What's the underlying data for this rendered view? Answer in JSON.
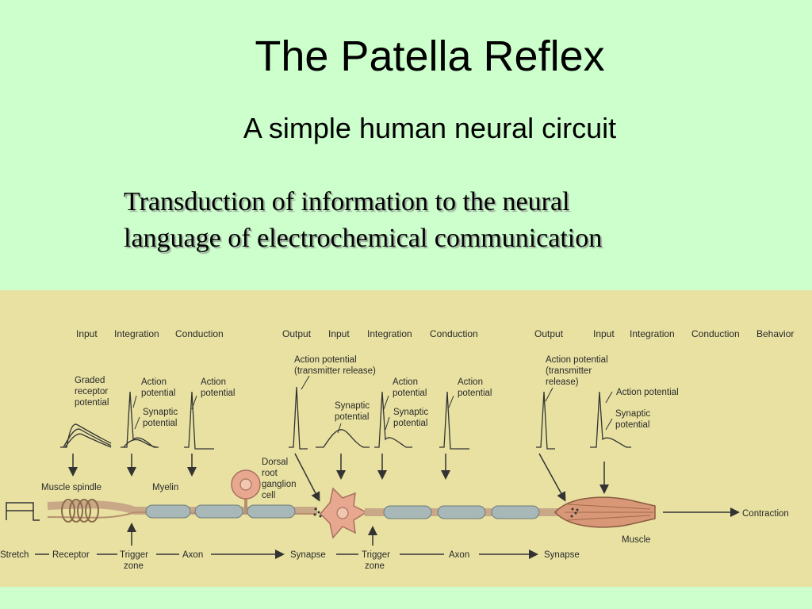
{
  "title": "The Patella Reflex",
  "subtitle": "A simple human neural circuit",
  "description": {
    "line1": "Transduction of information to the neural",
    "line2": "language of electrochemical communication"
  },
  "figure": {
    "stage_headers": [
      "Input",
      "Integration",
      "Conduction",
      "Output",
      "Input",
      "Integration",
      "Conduction",
      "Output",
      "Input",
      "Integration",
      "Conduction",
      "Behavior"
    ],
    "potentials": {
      "graded_receptor": [
        "Graded",
        "receptor",
        "potential"
      ],
      "action_1": [
        "Action",
        "potential"
      ],
      "synaptic_1": [
        "Synaptic",
        "potential"
      ],
      "action_2": [
        "Action",
        "potential"
      ],
      "transmitter_1": [
        "Action potential",
        "(transmitter release)"
      ],
      "synaptic_2": [
        "Synaptic",
        "potential"
      ],
      "action_3": [
        "Action",
        "potential"
      ],
      "synaptic_3": [
        "Synaptic",
        "potential"
      ],
      "action_4": [
        "Action",
        "potential"
      ],
      "transmitter_2": [
        "Action potential",
        "(transmitter",
        "release)"
      ],
      "action_5": "Action potential",
      "synaptic_4": [
        "Synaptic",
        "potential"
      ]
    },
    "anatomy": {
      "muscle_spindle": "Muscle spindle",
      "myelin": "Myelin",
      "drg": [
        "Dorsal",
        "root",
        "ganglion",
        "cell"
      ],
      "contraction": "Contraction",
      "muscle": "Muscle"
    },
    "bottom_row": {
      "stretch": "Stretch",
      "receptor": "Receptor",
      "trigger_zone_1": [
        "Trigger",
        "zone"
      ],
      "axon_1": "Axon",
      "synapse_1": "Synapse",
      "trigger_zone_2": [
        "Trigger",
        "zone"
      ],
      "axon_2": "Axon",
      "synapse_2": "Synapse"
    }
  }
}
